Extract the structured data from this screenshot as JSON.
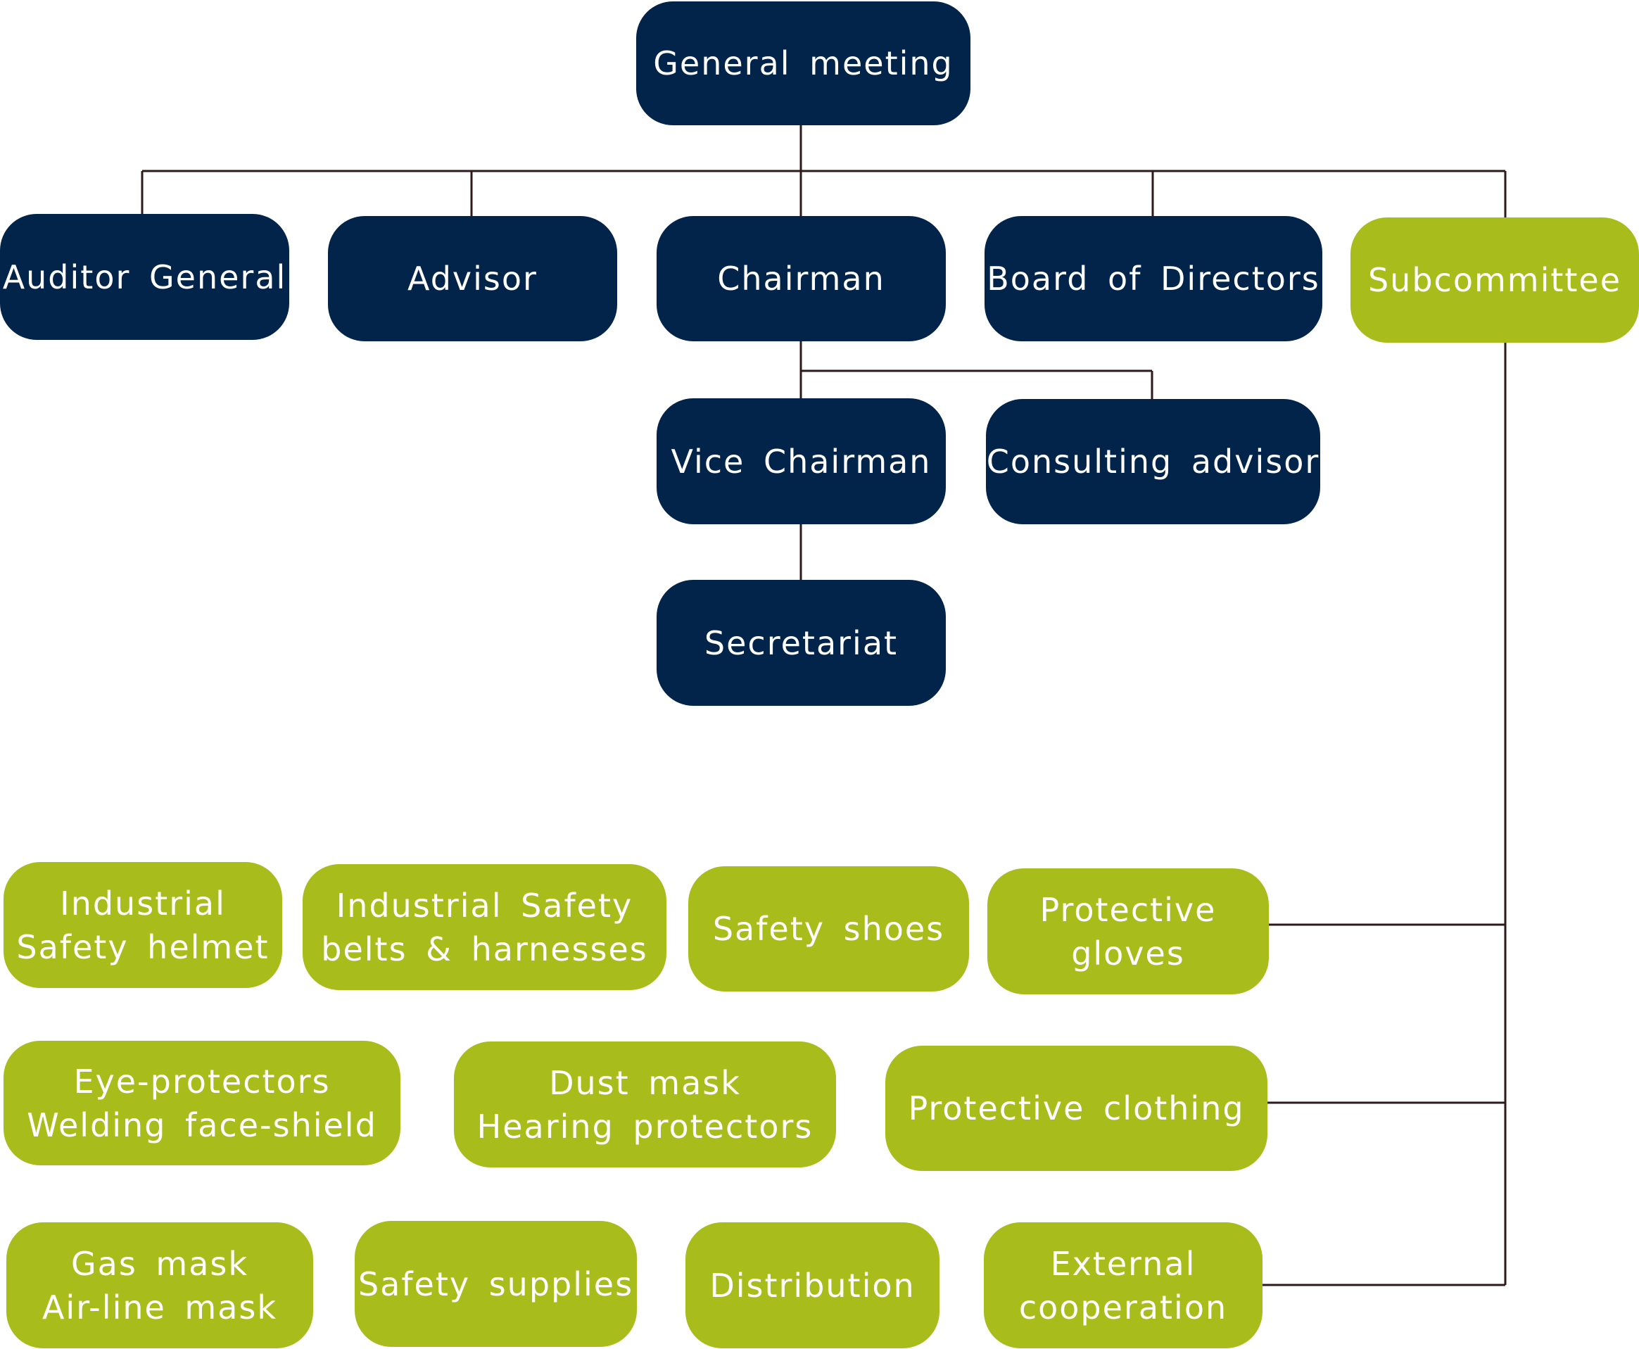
{
  "colors": {
    "navy": "#02244a",
    "olive": "#a8bd1b",
    "connector": "#2e1a1a"
  },
  "nodes": {
    "general_meeting": {
      "line1": "General meeting"
    },
    "auditor_general": {
      "line1": "Auditor General"
    },
    "advisor": {
      "line1": "Advisor"
    },
    "chairman": {
      "line1": "Chairman"
    },
    "board_of_directors": {
      "line1": "Board of Directors"
    },
    "subcommittee": {
      "line1": "Subcommittee"
    },
    "vice_chairman": {
      "line1": "Vice Chairman"
    },
    "consulting_advisor": {
      "line1": "Consulting advisor"
    },
    "secretariat": {
      "line1": "Secretariat"
    },
    "safety_helmet": {
      "line1": "Industrial",
      "line2": "Safety helmet"
    },
    "safety_belts": {
      "line1": "Industrial Safety",
      "line2": "belts & harnesses"
    },
    "safety_shoes": {
      "line1": "Safety shoes"
    },
    "protective_gloves": {
      "line1": "Protective",
      "line2": "gloves"
    },
    "eye_protectors": {
      "line1": "Eye-protectors",
      "line2": "Welding face-shield"
    },
    "dust_mask": {
      "line1": "Dust mask",
      "line2": "Hearing protectors"
    },
    "protective_clothing": {
      "line1": "Protective clothing"
    },
    "gas_mask": {
      "line1": "Gas mask",
      "line2": "Air-line mask"
    },
    "safety_supplies": {
      "line1": "Safety supplies"
    },
    "distribution": {
      "line1": "Distribution"
    },
    "external_cooperation": {
      "line1": "External",
      "line2": "cooperation"
    }
  }
}
